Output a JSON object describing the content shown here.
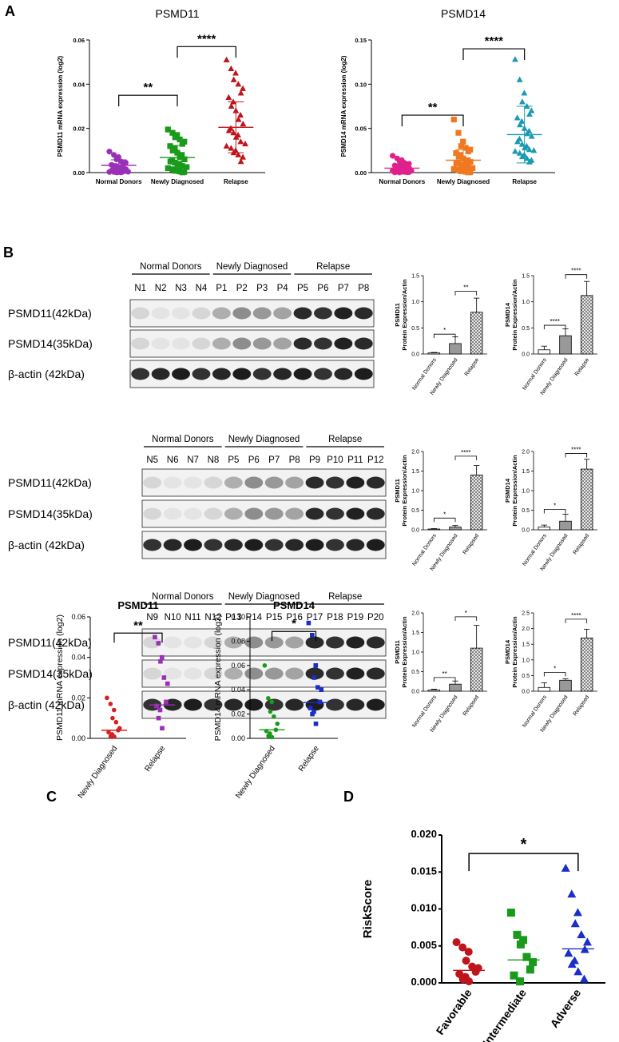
{
  "panel_labels": [
    "A",
    "B",
    "C",
    "D"
  ],
  "blots": [
    {
      "groups": [
        "Normal Donors",
        "Newly Diagnosed",
        "Relapse"
      ],
      "lanes": [
        "N1",
        "N2",
        "N3",
        "N4",
        "P1",
        "P2",
        "P3",
        "P4",
        "P5",
        "P6",
        "P7",
        "P8"
      ],
      "rows": [
        "PSMD11(42kDa)",
        "PSMD14(35kDa)",
        "β-actin  (42kDa)"
      ]
    },
    {
      "groups": [
        "Normal Donors",
        "Newly Diagnosed",
        "Relapse"
      ],
      "lanes": [
        "N5",
        "N6",
        "N7",
        "N8",
        "P5",
        "P6",
        "P7",
        "P8",
        "P9",
        "P10",
        "P11",
        "P12"
      ],
      "rows": [
        "PSMD11(42kDa)",
        "PSMD14(35kDa)",
        "β-actin  (42kDa)"
      ]
    },
    {
      "groups": [
        "Normal Donors",
        "Newly Diagnosed",
        "Relapse"
      ],
      "lanes": [
        "N9",
        "N10",
        "N11",
        "N12",
        "P13",
        "P14",
        "P15",
        "P16",
        "P17",
        "P18",
        "P19",
        "P20"
      ],
      "rows": [
        "PSMD11(42kDa)",
        "PSMD14(35kDa)",
        "β-actin  (42kDa)"
      ]
    }
  ],
  "colors": {
    "purple": "#9b30b8",
    "green": "#1a9a1a",
    "darkred": "#c0141c",
    "pink": "#e0208c",
    "orange": "#f07820",
    "teal": "#1a9ab0",
    "red": "#d62020",
    "blue": "#1a2ec8",
    "grey": "#555555"
  },
  "chart_data": [
    {
      "type": "scatter",
      "title": "PSMD11",
      "ylabel": "PSMD11 mRNA expression (log2)",
      "categories": [
        "Normal Donors",
        "Newly Diagnosed",
        "Relapse"
      ],
      "ylim": [
        0,
        0.06
      ],
      "yticks": [
        "0.00",
        "0.02",
        "0.04",
        "0.06"
      ],
      "series": [
        {
          "values": [
            0.0095,
            0.008,
            0.007,
            0.006,
            0.005,
            0.0045,
            0.004,
            0.0035,
            0.003,
            0.003,
            0.0025,
            0.002,
            0.002,
            0.0015,
            0.0015,
            0.001,
            0.001,
            0.0008,
            0.0006,
            0.0005,
            0.0004,
            0.0003,
            0.0003,
            0.0002,
            0.0001,
            0.0001
          ],
          "mean": 0.0033,
          "sd": 0.0025
        },
        {
          "values": [
            0.0195,
            0.018,
            0.017,
            0.016,
            0.015,
            0.014,
            0.013,
            0.012,
            0.011,
            0.01,
            0.009,
            0.008,
            0.007,
            0.006,
            0.0055,
            0.005,
            0.0045,
            0.004,
            0.0035,
            0.003,
            0.0025,
            0.002,
            0.0015,
            0.001,
            0.0008,
            0.0005,
            0.0003,
            0.0001
          ],
          "mean": 0.0068,
          "sd": 0.0055
        },
        {
          "values": [
            0.051,
            0.047,
            0.045,
            0.042,
            0.04,
            0.038,
            0.036,
            0.034,
            0.032,
            0.03,
            0.028,
            0.026,
            0.024,
            0.022,
            0.02,
            0.019,
            0.018,
            0.017,
            0.016,
            0.014,
            0.013,
            0.012,
            0.011,
            0.01,
            0.009,
            0.008,
            0.007,
            0.005
          ],
          "mean": 0.0205,
          "sd": 0.0115
        }
      ],
      "annotations": [
        {
          "from": 0,
          "to": 1,
          "text": "**",
          "level": 0.035
        },
        {
          "from": 1,
          "to": 2,
          "text": "****",
          "level": 0.057
        }
      ]
    },
    {
      "type": "scatter",
      "title": "PSMD14",
      "ylabel": "PSMD14 mRNA expression (log2)",
      "categories": [
        "Normal Donors",
        "Newly Diagnosed",
        "Relapse"
      ],
      "ylim": [
        0,
        0.15
      ],
      "yticks": [
        "0.00",
        "0.05",
        "0.10",
        "0.15"
      ],
      "series": [
        {
          "values": [
            0.019,
            0.016,
            0.014,
            0.012,
            0.011,
            0.01,
            0.009,
            0.008,
            0.007,
            0.007,
            0.006,
            0.006,
            0.005,
            0.005,
            0.004,
            0.004,
            0.0035,
            0.003,
            0.003,
            0.0025,
            0.002,
            0.002,
            0.0015,
            0.001,
            0.001,
            0.0008,
            0.0005,
            0.0004,
            0.0003,
            0.0002
          ],
          "mean": 0.005,
          "sd": 0.004
        },
        {
          "values": [
            0.06,
            0.045,
            0.035,
            0.03,
            0.028,
            0.026,
            0.024,
            0.022,
            0.02,
            0.018,
            0.016,
            0.014,
            0.013,
            0.012,
            0.011,
            0.01,
            0.009,
            0.008,
            0.007,
            0.006,
            0.005,
            0.004,
            0.003,
            0.002,
            0.0015,
            0.001,
            0.0005,
            0.0003
          ],
          "mean": 0.014,
          "sd": 0.012
        },
        {
          "values": [
            0.128,
            0.105,
            0.09,
            0.08,
            0.075,
            0.07,
            0.066,
            0.062,
            0.058,
            0.054,
            0.05,
            0.047,
            0.044,
            0.041,
            0.038,
            0.035,
            0.032,
            0.03,
            0.028,
            0.026,
            0.025,
            0.024,
            0.022,
            0.02,
            0.018,
            0.016,
            0.014,
            0.012
          ],
          "mean": 0.043,
          "sd": 0.032
        }
      ],
      "annotations": [
        {
          "from": 0,
          "to": 1,
          "text": "**",
          "level": 0.065
        },
        {
          "from": 1,
          "to": 2,
          "text": "****",
          "level": 0.14
        }
      ]
    },
    {
      "type": "bar",
      "ylabel": "PSMD11\nProtein Expression/Actin",
      "categories": [
        "Normal Donors",
        "Newly Diagnosed",
        "Relapse"
      ],
      "ylim": [
        0,
        1.5
      ],
      "yticks": [
        "0.0",
        "0.5",
        "1.0",
        "1.5"
      ],
      "ytick_values": [
        0,
        0.5,
        1.0,
        1.5
      ],
      "values": [
        0.02,
        0.2,
        0.8
      ],
      "errors": [
        0.01,
        0.13,
        0.27
      ],
      "annotations": [
        {
          "from": 0,
          "to": 1,
          "text": "*",
          "level": 0.38
        },
        {
          "from": 1,
          "to": 2,
          "text": "**",
          "level": 1.2
        }
      ]
    },
    {
      "type": "bar",
      "ylabel": "PSMD14\nProtein Expression/Actin",
      "categories": [
        "Normal Donors",
        "Newly Diagnosed",
        "Relapse"
      ],
      "ylim": [
        0,
        1.5
      ],
      "yticks": [
        "0.0",
        "0.5",
        "1.0",
        "1.5"
      ],
      "ytick_values": [
        0,
        0.5,
        1.0,
        1.5
      ],
      "values": [
        0.08,
        0.35,
        1.12
      ],
      "errors": [
        0.07,
        0.13,
        0.27
      ],
      "annotations": [
        {
          "from": 0,
          "to": 1,
          "text": "****",
          "level": 0.55
        },
        {
          "from": 1,
          "to": 2,
          "text": "****",
          "level": 1.52
        }
      ]
    },
    {
      "type": "bar",
      "ylabel": "PSMD11\nProtein Expression/Actin",
      "categories": [
        "Normal Donors",
        "Newly Diagnosed",
        "Relapsed"
      ],
      "ylim": [
        0,
        2.0
      ],
      "yticks": [
        "0.0",
        "0.5",
        "1.0",
        "1.5",
        "2.0"
      ],
      "ytick_values": [
        0,
        0.5,
        1.0,
        1.5,
        2.0
      ],
      "values": [
        0.02,
        0.07,
        1.4
      ],
      "errors": [
        0.01,
        0.04,
        0.24
      ],
      "annotations": [
        {
          "from": 0,
          "to": 1,
          "text": "*",
          "level": 0.3
        },
        {
          "from": 1,
          "to": 2,
          "text": "****",
          "level": 1.88
        }
      ]
    },
    {
      "type": "bar",
      "ylabel": "PSMD14\nProtein Expression/Actin",
      "categories": [
        "Normal Donors",
        "Newly Diagnosed",
        "Relapsed"
      ],
      "ylim": [
        0,
        2.0
      ],
      "yticks": [
        "0.0",
        "0.5",
        "1.0",
        "1.5",
        "2.0"
      ],
      "ytick_values": [
        0,
        0.5,
        1.0,
        1.5,
        2.0
      ],
      "values": [
        0.07,
        0.22,
        1.55
      ],
      "errors": [
        0.05,
        0.18,
        0.25
      ],
      "annotations": [
        {
          "from": 0,
          "to": 1,
          "text": "*",
          "level": 0.52
        },
        {
          "from": 1,
          "to": 2,
          "text": "****",
          "level": 1.95
        }
      ]
    },
    {
      "type": "bar",
      "ylabel": "PSMD11\nProtein Expression/Actin",
      "categories": [
        "Normal Donors",
        "Newly Diagnosed",
        "Relapsed"
      ],
      "ylim": [
        0,
        2.0
      ],
      "yticks": [
        "0.0",
        "0.5",
        "1.0",
        "1.5",
        "2.0"
      ],
      "ytick_values": [
        0,
        0.5,
        1.0,
        1.5,
        2.0
      ],
      "values": [
        0.03,
        0.18,
        1.1
      ],
      "errors": [
        0.02,
        0.08,
        0.58
      ],
      "annotations": [
        {
          "from": 0,
          "to": 1,
          "text": "**",
          "level": 0.35
        },
        {
          "from": 1,
          "to": 2,
          "text": "*",
          "level": 1.9
        }
      ]
    },
    {
      "type": "bar",
      "ylabel": "PSMD14\nProtein Expression/Actin",
      "categories": [
        "Normal Donors",
        "Newly Diagnosed",
        "Relapsed"
      ],
      "ylim": [
        0,
        2.5
      ],
      "yticks": [
        "0.0",
        "0.5",
        "1.0",
        "1.5",
        "2.0",
        "2.5"
      ],
      "ytick_values": [
        0,
        0.5,
        1.0,
        1.5,
        2.0,
        2.5
      ],
      "values": [
        0.12,
        0.35,
        1.7
      ],
      "errors": [
        0.15,
        0.05,
        0.28
      ],
      "annotations": [
        {
          "from": 0,
          "to": 1,
          "text": "*",
          "level": 0.6
        },
        {
          "from": 1,
          "to": 2,
          "text": "****",
          "level": 2.3
        }
      ]
    },
    {
      "type": "scatter",
      "title": "PSMD11",
      "ylabel": "PSMD11 mRNA expression (log2)",
      "categories": [
        "Newly Diagnosed",
        "Relapse"
      ],
      "ylim": [
        0,
        0.06
      ],
      "yticks": [
        "0.00",
        "0.02",
        "0.04",
        "0.06"
      ],
      "series": [
        {
          "values": [
            0.02,
            0.017,
            0.014,
            0.01,
            0.008,
            0.005,
            0.004,
            0.003,
            0.002,
            0.001,
            0.0008
          ],
          "median": 0.004
        },
        {
          "values": [
            0.05,
            0.047,
            0.04,
            0.038,
            0.03,
            0.027,
            0.018,
            0.016,
            0.014,
            0.01,
            0.005
          ],
          "median": 0.0165
        }
      ],
      "annotations": [
        {
          "from": 0,
          "to": 1,
          "text": "**",
          "level": 0.052
        }
      ]
    },
    {
      "type": "scatter",
      "title": "PSMD14",
      "ylabel": "PSMD14 mRNA expression (log2)",
      "categories": [
        "Newly Diagnosed",
        "Relapse"
      ],
      "ylim": [
        0,
        0.1
      ],
      "yticks": [
        "0.00",
        "0.02",
        "0.04",
        "0.06",
        "0.08",
        "0.10"
      ],
      "series": [
        {
          "values": [
            0.06,
            0.033,
            0.03,
            0.022,
            0.018,
            0.012,
            0.007,
            0.006,
            0.004,
            0.002,
            0.001
          ],
          "median": 0.007
        },
        {
          "values": [
            0.095,
            0.085,
            0.06,
            0.05,
            0.042,
            0.04,
            0.03,
            0.025,
            0.022,
            0.02,
            0.012
          ],
          "median": 0.0295
        }
      ],
      "annotations": [
        {
          "from": 0,
          "to": 1,
          "text": "*",
          "level": 0.088
        }
      ]
    },
    {
      "type": "scatter",
      "ylabel": "RiskScore",
      "categories": [
        "Favorable",
        "Intermediate",
        "Adverse"
      ],
      "ylim": [
        0,
        0.02
      ],
      "yticks": [
        "0.000",
        "0.005",
        "0.010",
        "0.015",
        "0.020"
      ],
      "series": [
        {
          "values": [
            0.0055,
            0.0048,
            0.0042,
            0.003,
            0.0022,
            0.002,
            0.0015,
            0.0012,
            0.0008,
            0.0005,
            0.0002
          ],
          "median": 0.0017
        },
        {
          "values": [
            0.0095,
            0.0065,
            0.0058,
            0.0052,
            0.0035,
            0.0028,
            0.0018,
            0.001,
            0.0002
          ],
          "median": 0.0031
        },
        {
          "values": [
            0.0155,
            0.012,
            0.0095,
            0.008,
            0.0065,
            0.0055,
            0.0045,
            0.004,
            0.003,
            0.0025,
            0.0015,
            0.0005
          ],
          "median": 0.0046
        }
      ],
      "annotations": [
        {
          "from": 0,
          "to": 2,
          "text": "*",
          "level": 0.0175
        }
      ]
    }
  ]
}
